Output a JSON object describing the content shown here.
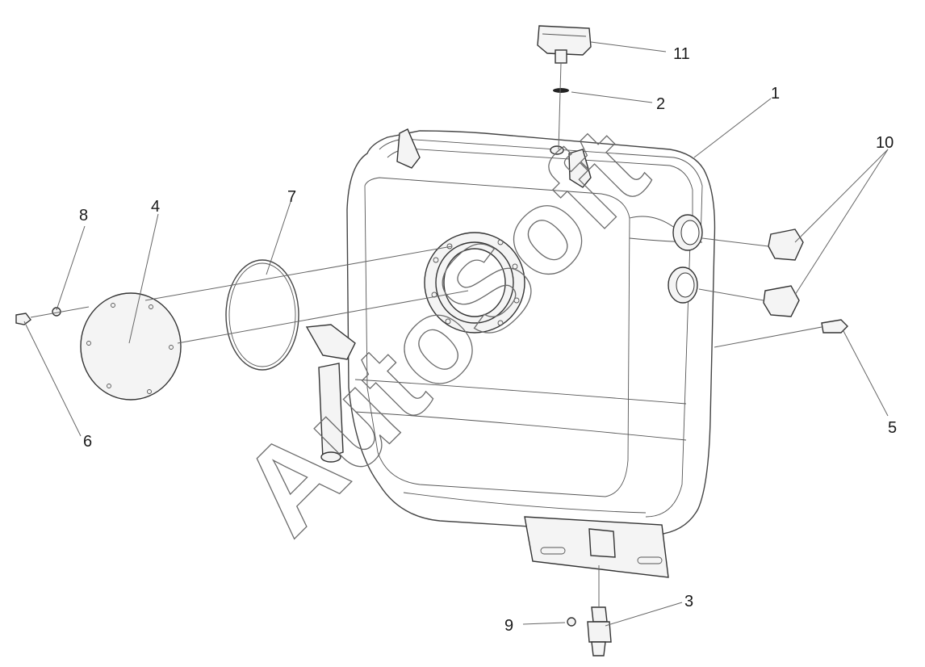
{
  "diagram": {
    "callouts": [
      {
        "id": "c1",
        "text": "1"
      },
      {
        "id": "c2",
        "text": "2"
      },
      {
        "id": "c3",
        "text": "3"
      },
      {
        "id": "c4",
        "text": "4"
      },
      {
        "id": "c5",
        "text": "5"
      },
      {
        "id": "c6",
        "text": "6"
      },
      {
        "id": "c7",
        "text": "7"
      },
      {
        "id": "c8",
        "text": "8"
      },
      {
        "id": "c9",
        "text": "9"
      },
      {
        "id": "c10",
        "text": "10"
      },
      {
        "id": "c11",
        "text": "11"
      }
    ],
    "watermark": "AutoSoft"
  }
}
